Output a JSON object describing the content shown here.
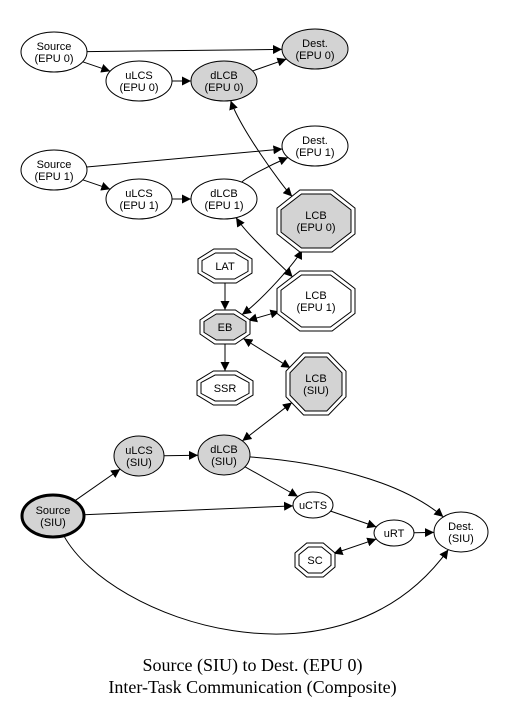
{
  "diagram": {
    "caption": {
      "line1": "Source (SIU) to Dest. (EPU 0)",
      "line2": "Inter-Task Communication (Composite)"
    },
    "colors": {
      "shaded": "#d3d3d3",
      "plain": "#ffffff",
      "stroke": "#000000"
    },
    "nodes": [
      {
        "id": "src0",
        "lines": [
          "Source",
          "(EPU 0)"
        ],
        "shape": "ellipse",
        "shaded": false
      },
      {
        "id": "ulcs0",
        "lines": [
          "uLCS",
          "(EPU 0)"
        ],
        "shape": "ellipse",
        "shaded": false
      },
      {
        "id": "dlcb0",
        "lines": [
          "dLCB",
          "(EPU 0)"
        ],
        "shape": "ellipse",
        "shaded": true
      },
      {
        "id": "dest0",
        "lines": [
          "Dest.",
          "(EPU 0)"
        ],
        "shape": "ellipse",
        "shaded": true
      },
      {
        "id": "src1",
        "lines": [
          "Source",
          "(EPU 1)"
        ],
        "shape": "ellipse",
        "shaded": false
      },
      {
        "id": "ulcs1",
        "lines": [
          "uLCS",
          "(EPU 1)"
        ],
        "shape": "ellipse",
        "shaded": false
      },
      {
        "id": "dlcb1",
        "lines": [
          "dLCB",
          "(EPU 1)"
        ],
        "shape": "ellipse",
        "shaded": false
      },
      {
        "id": "dest1",
        "lines": [
          "Dest.",
          "(EPU 1)"
        ],
        "shape": "ellipse",
        "shaded": false
      },
      {
        "id": "lcb0",
        "lines": [
          "LCB",
          "(EPU 0)"
        ],
        "shape": "octagon",
        "shaded": true
      },
      {
        "id": "lat",
        "lines": [
          "LAT"
        ],
        "shape": "octagon",
        "shaded": false
      },
      {
        "id": "lcb1",
        "lines": [
          "LCB",
          "(EPU 1)"
        ],
        "shape": "octagon",
        "shaded": false
      },
      {
        "id": "eb",
        "lines": [
          "EB"
        ],
        "shape": "octagon",
        "shaded": true
      },
      {
        "id": "ssr",
        "lines": [
          "SSR"
        ],
        "shape": "octagon",
        "shaded": false
      },
      {
        "id": "lcbsiu",
        "lines": [
          "LCB",
          "(SIU)"
        ],
        "shape": "octagon",
        "shaded": true
      },
      {
        "id": "ulcssiu",
        "lines": [
          "uLCS",
          "(SIU)"
        ],
        "shape": "ellipse",
        "shaded": true
      },
      {
        "id": "dlcbsiu",
        "lines": [
          "dLCB",
          "(SIU)"
        ],
        "shape": "ellipse",
        "shaded": true
      },
      {
        "id": "srcsiu",
        "lines": [
          "Source",
          "(SIU)"
        ],
        "shape": "ellipse",
        "shaded": true,
        "bold": true
      },
      {
        "id": "ucts",
        "lines": [
          "uCTS"
        ],
        "shape": "ellipse",
        "shaded": false
      },
      {
        "id": "urt",
        "lines": [
          "uRT"
        ],
        "shape": "ellipse",
        "shaded": false
      },
      {
        "id": "destsiu",
        "lines": [
          "Dest.",
          "(SIU)"
        ],
        "shape": "ellipse",
        "shaded": false
      },
      {
        "id": "sc",
        "lines": [
          "SC"
        ],
        "shape": "octagon",
        "shaded": false
      }
    ],
    "edges": [
      {
        "from": "src0",
        "to": "dest0",
        "dir": "forward"
      },
      {
        "from": "src0",
        "to": "ulcs0",
        "dir": "forward"
      },
      {
        "from": "ulcs0",
        "to": "dlcb0",
        "dir": "forward"
      },
      {
        "from": "dlcb0",
        "to": "dest0",
        "dir": "forward"
      },
      {
        "from": "dlcb0",
        "to": "lcb0",
        "dir": "both"
      },
      {
        "from": "src1",
        "to": "dest1",
        "dir": "forward"
      },
      {
        "from": "src1",
        "to": "ulcs1",
        "dir": "forward"
      },
      {
        "from": "ulcs1",
        "to": "dlcb1",
        "dir": "forward"
      },
      {
        "from": "dlcb1",
        "to": "dest1",
        "dir": "forward"
      },
      {
        "from": "dlcb1",
        "to": "lcb1",
        "dir": "both"
      },
      {
        "from": "lcb0",
        "to": "eb",
        "dir": "both"
      },
      {
        "from": "lat",
        "to": "eb",
        "dir": "forward"
      },
      {
        "from": "lcb1",
        "to": "eb",
        "dir": "both"
      },
      {
        "from": "eb",
        "to": "ssr",
        "dir": "forward"
      },
      {
        "from": "eb",
        "to": "lcbsiu",
        "dir": "both"
      },
      {
        "from": "dlcbsiu",
        "to": "lcbsiu",
        "dir": "both"
      },
      {
        "from": "srcsiu",
        "to": "ulcssiu",
        "dir": "forward"
      },
      {
        "from": "ulcssiu",
        "to": "dlcbsiu",
        "dir": "forward"
      },
      {
        "from": "dlcbsiu",
        "to": "ucts",
        "dir": "forward"
      },
      {
        "from": "dlcbsiu",
        "to": "destsiu",
        "dir": "forward"
      },
      {
        "from": "srcsiu",
        "to": "ucts",
        "dir": "forward"
      },
      {
        "from": "ucts",
        "to": "urt",
        "dir": "forward"
      },
      {
        "from": "urt",
        "to": "destsiu",
        "dir": "forward"
      },
      {
        "from": "sc",
        "to": "urt",
        "dir": "both"
      },
      {
        "from": "srcsiu",
        "to": "destsiu",
        "dir": "forward"
      }
    ]
  }
}
